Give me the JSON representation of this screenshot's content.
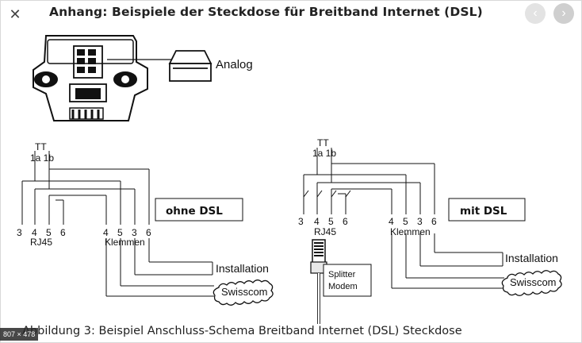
{
  "viewer": {
    "close_icon": "close-icon",
    "prev_icon": "chevron-left-icon",
    "next_icon": "chevron-right-icon",
    "size_badge": "807 × 478"
  },
  "heading": "Anhang: Beispiele der Steckdose für Breitband Internet (DSL)",
  "caption": "Abbildung 3: Beispiel Anschluss-Schema Breitband Internet (DSL) Steckdose",
  "socket": {
    "analog_label": "Analog"
  },
  "left_schema": {
    "tt": "TT",
    "wires": "1a 1b",
    "rj45_pins": [
      "3",
      "4",
      "5",
      "6"
    ],
    "rj45_label": "RJ45",
    "klemmen_pins": [
      "4",
      "5",
      "3",
      "6"
    ],
    "klemmen_label": "Klemmen",
    "mode_label": "ohne DSL",
    "installation": "Installation",
    "swisscom": "Swisscom"
  },
  "right_schema": {
    "tt": "TT",
    "wires": "1a 1b",
    "rj45_pins": [
      "3",
      "4",
      "5",
      "6"
    ],
    "rj45_label": "RJ45",
    "klemmen_pins": [
      "4",
      "5",
      "3",
      "6"
    ],
    "klemmen_label": "Klemmen",
    "mode_label": "mit DSL",
    "splitter_line1": "Splitter",
    "splitter_line2": "Modem",
    "installation": "Installation",
    "swisscom": "Swisscom"
  }
}
